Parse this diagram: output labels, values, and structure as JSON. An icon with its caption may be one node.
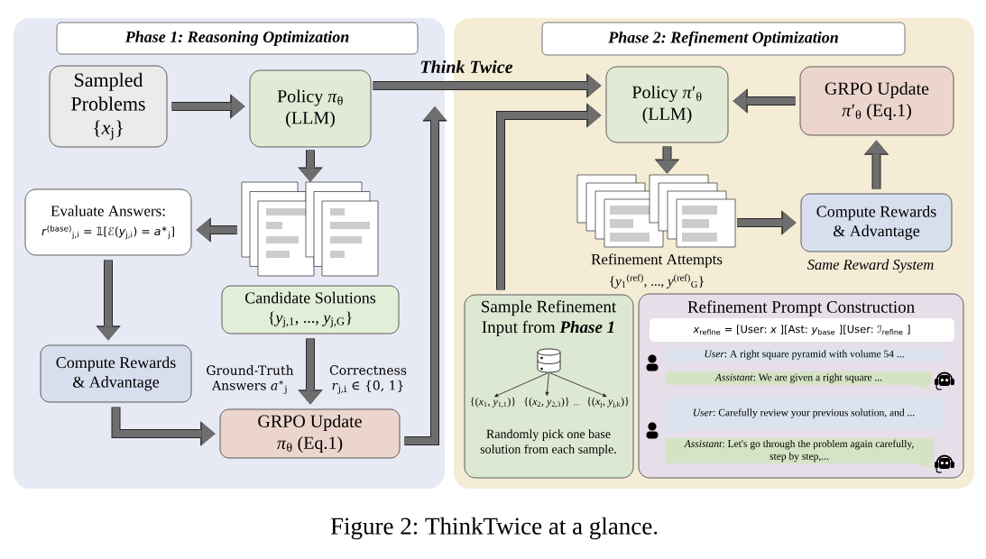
{
  "diagram": {
    "caption": "Figure 2: ThinkTwice at a glance.",
    "nodes": [
      {
        "text": [
          "Phase 1: Reasoning Optimization"
        ]
      },
      {
        "text": [
          "Sampled Problems {*x*$_{j}$}"
        ],
        "in": 0
      },
      {
        "text": [
          "Policy *π*$_{θ}$ (LLM)"
        ],
        "in": 0
      },
      {
        "text": [
          "Evaluate Answers:",
          "*r*$^{(base)}$$_{j,i}$ = 𝟙[ℰ(*y*$_{j,i}$) = *a*$^{∗}$$_{j}$]"
        ],
        "in": 0
      },
      {
        "text": [],
        "shape": "picture",
        "in": 0
      },
      {
        "text": [
          "Candidate Solutions {*y*$_{j,1}$, ..., *y*$_{j,G}$}"
        ],
        "in": 0
      },
      {
        "text": [
          "Compute Rewards & Advantage"
        ],
        "in": 0
      },
      {
        "text": [
          "GRPO Update *π*$_{θ}$ (Eq.1)"
        ],
        "in": 0
      },
      {
        "text": [
          "Phase 2: Refinement Optimization"
        ]
      },
      {
        "text": [
          "Policy *π*′$_{θ}$ (LLM)"
        ],
        "in": 8
      },
      {
        "text": [
          "GRPO Update *π*′$_{θ}$ (Eq.1)"
        ],
        "in": 8
      },
      {
        "text": [],
        "shape": "picture",
        "in": 8,
        "beside": [
          "Refinement Attempts",
          "{*y*$_{1}$$^{(ref)}$, ..., *y*$^{(ref)}$$_{G}$}"
        ]
      },
      {
        "text": [
          "Compute Rewards & Advantage"
        ],
        "in": 8,
        "beside": [
          "Same Reward System"
        ]
      },
      {
        "text": [
          "Sample Refinement Input from **Phase 1**",
          "Randomly pick one base solution from each sample."
        ],
        "in": 8
      },
      {
        "text": [],
        "shape": "cylinder",
        "in": 13
      },
      {
        "text": [
          "{(*x*$_{1}$, *y*$_{1,1}$)}"
        ],
        "in": 13
      },
      {
        "text": [
          "{(*x*$_{2}$, *y*$_{2,3}$)}"
        ],
        "in": 13
      },
      {
        "text": [
          "{(*x*$_{j}$, *y*$_{j,k}$)}"
        ],
        "in": 13
      },
      {
        "text": [
          "Refinement Prompt Construction"
        ],
        "in": 8
      },
      {
        "text": [
          "*x*$_{refine}$ = [User: *x* ][Ast: *y*$_{base}$ ][User: ℐ$_{refine}$ ]"
        ],
        "in": 18
      },
      {
        "text": [
          "*User*: A right square pyramid with volume 54 ..."
        ],
        "in": 18
      },
      {
        "text": [
          "*Assistant*: We are given a right square ..."
        ],
        "in": 18
      },
      {
        "text": [
          "*User*: Carefully review your previous solution, and ..."
        ],
        "in": 18
      },
      {
        "text": [
          "*Assistant*: Let's go through the problem again carefully, step by step,..."
        ],
        "in": 18
      }
    ],
    "edges": [
      {
        "from": 1,
        "to": 2,
        "arrow": "to"
      },
      {
        "from": 2,
        "to": 4,
        "arrow": "to"
      },
      {
        "from": 4,
        "to": 3,
        "arrow": "to"
      },
      {
        "from": 3,
        "to": 6,
        "arrow": "to"
      },
      {
        "from": 5,
        "to": 7,
        "arrow": "to"
      },
      {
        "from": 6,
        "to": 7,
        "arrow": "to"
      },
      {
        "from": 7,
        "to": null,
        "arrow": "to"
      },
      {
        "from": 2,
        "to": 9,
        "arrow": "to",
        "label": "Think Twice"
      },
      {
        "from": 13,
        "to": 9,
        "arrow": "to"
      },
      {
        "from": 10,
        "to": 9,
        "arrow": "to"
      },
      {
        "from": 9,
        "to": 11,
        "arrow": "to"
      },
      {
        "from": 11,
        "to": 12,
        "arrow": "to"
      },
      {
        "from": 12,
        "to": 10,
        "arrow": "to"
      },
      {
        "from": 14,
        "to": 15,
        "arrow": "to",
        "color": "#1a1a1a"
      },
      {
        "from": 14,
        "to": 16,
        "arrow": "to",
        "color": "#1a1a1a"
      },
      {
        "from": 14,
        "to": 17,
        "arrow": "to",
        "color": "#1a1a1a"
      }
    ],
    "labels": [
      "Ground-Truth Answers *a*$^{∗}$$_{j}$",
      "Correctness *r*$_{j,i}$ ∈ {0, 1}",
      "..."
    ]
  }
}
